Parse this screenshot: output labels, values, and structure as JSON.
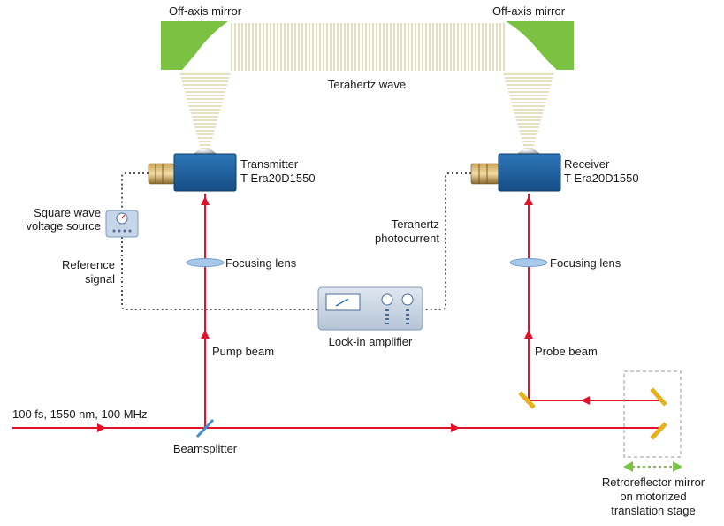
{
  "labels": {
    "mirror_left": "Off-axis mirror",
    "mirror_right": "Off-axis mirror",
    "thz_wave": "Terahertz wave",
    "transmitter": "Transmitter",
    "transmitter_model": "T-Era20D1550",
    "receiver": "Receiver",
    "receiver_model": "T-Era20D1550",
    "square_wave_1": "Square wave",
    "square_wave_2": "voltage source",
    "thz_photocurrent_1": "Terahertz",
    "thz_photocurrent_2": "photocurrent",
    "reference_1": "Reference",
    "reference_2": "signal",
    "focusing_lens_left": "Focusing lens",
    "focusing_lens_right": "Focusing lens",
    "lockin": "Lock-in amplifier",
    "pump_beam": "Pump beam",
    "probe_beam": "Probe beam",
    "laser": "100 fs, 1550 nm, 100 MHz",
    "beamsplitter": "Beamsplitter",
    "retro_1": "Retroreflector mirror",
    "retro_2": "on motorized",
    "retro_3": "translation stage"
  },
  "colors": {
    "beam": "#e3122b",
    "mirror": "#7cc242",
    "device": "#1f5f9e",
    "retro_mirror": "#e8b21c",
    "stage_arrow": "#7cc242"
  }
}
